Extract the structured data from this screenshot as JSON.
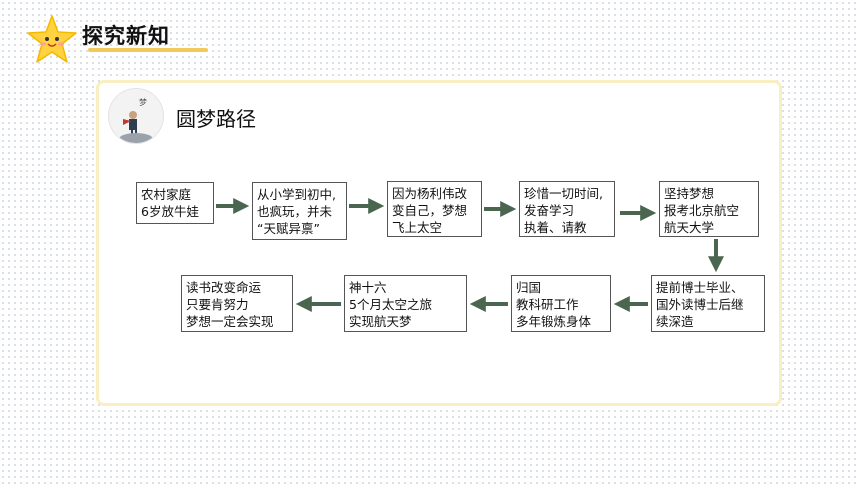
{
  "header": {
    "title": "探究新知"
  },
  "card": {
    "title": "圆梦路径",
    "avatar_caption": "梦"
  },
  "flow": {
    "row1": [
      {
        "lines": [
          "农村家庭",
          "6岁放牛娃"
        ]
      },
      {
        "lines": [
          "从小学到初中,",
          "也疯玩，并未",
          "“天赋异禀”"
        ]
      },
      {
        "lines": [
          "因为杨利伟改",
          "变自己，梦想",
          "飞上太空"
        ]
      },
      {
        "lines": [
          "珍惜一切时间,",
          "发奋学习",
          "执着、请教"
        ]
      },
      {
        "lines": [
          "坚持梦想",
          "报考北京航空",
          "航天大学"
        ]
      }
    ],
    "row2": [
      {
        "lines": [
          "读书改变命运",
          "只要肯努力",
          "梦想一定会实现"
        ]
      },
      {
        "lines": [
          "神十六",
          "5个月太空之旅",
          "实现航天梦"
        ]
      },
      {
        "lines": [
          "归国",
          "教科研工作",
          "多年锻炼身体"
        ]
      },
      {
        "lines": [
          "提前博士毕业、",
          "国外读博士后继",
          "续深造"
        ]
      }
    ]
  },
  "colors": {
    "arrow": "#4b6650",
    "card_border": "#faeec3",
    "header_accent": "#f1c95d",
    "star": "#ffd23f"
  }
}
